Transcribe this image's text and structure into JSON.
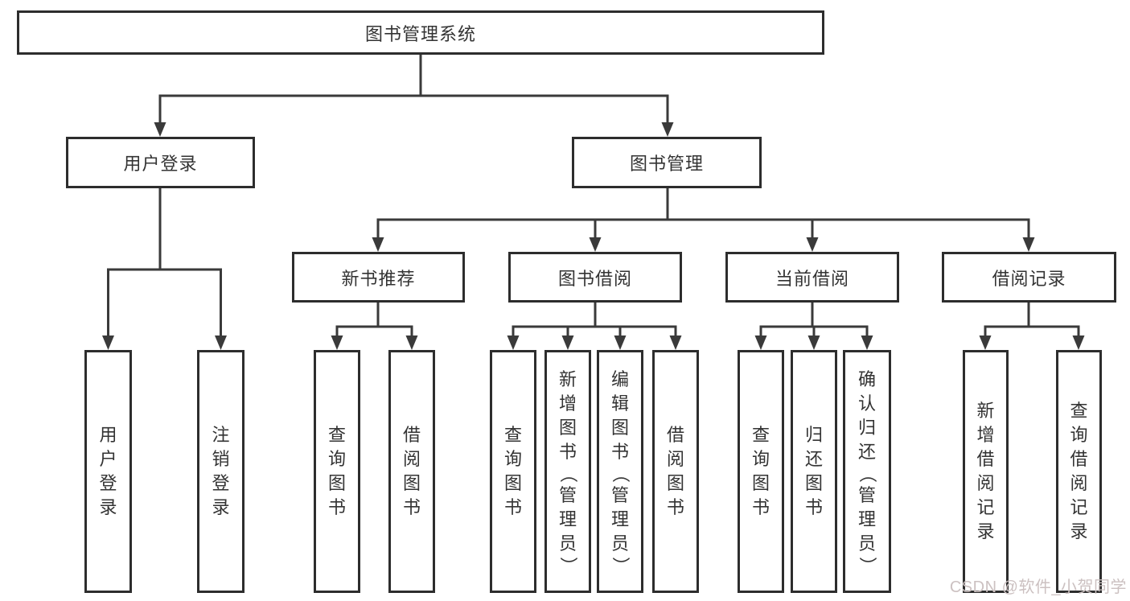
{
  "diagram": {
    "root": {
      "label": "图书管理系统"
    },
    "level2": {
      "user_login": {
        "label": "用户登录"
      },
      "book_management": {
        "label": "图书管理"
      }
    },
    "level3": {
      "new_book_recommendation": {
        "label": "新书推荐"
      },
      "book_borrowing": {
        "label": "图书借阅"
      },
      "current_borrowing": {
        "label": "当前借阅"
      },
      "borrowing_records": {
        "label": "借阅记录"
      }
    },
    "leaves": {
      "user_login": {
        "label": "用户登录"
      },
      "logout": {
        "label": "注销登录"
      },
      "nbr_query_books": {
        "label": "查询图书"
      },
      "nbr_borrow_books": {
        "label": "借阅图书"
      },
      "bb_query_books": {
        "label": "查询图书"
      },
      "bb_add_books_admin": {
        "label": "新增图书（管理员）"
      },
      "bb_edit_books_admin": {
        "label": "编辑图书（管理员）"
      },
      "bb_borrow_books": {
        "label": "借阅图书"
      },
      "cb_query_books": {
        "label": "查询图书"
      },
      "cb_return_books": {
        "label": "归还图书"
      },
      "cb_confirm_return_admin": {
        "label": "确认归还（管理员）"
      },
      "br_add_record": {
        "label": "新增借阅记录"
      },
      "br_query_record": {
        "label": "查询借阅记录"
      }
    }
  },
  "watermark": {
    "text": "CSDN @软件_小贺同学"
  },
  "colors": {
    "line": "#3a3a3a",
    "border": "#2d2d2d",
    "text": "#333333",
    "watermark": "#ccc1c1",
    "background": "#ffffff"
  }
}
